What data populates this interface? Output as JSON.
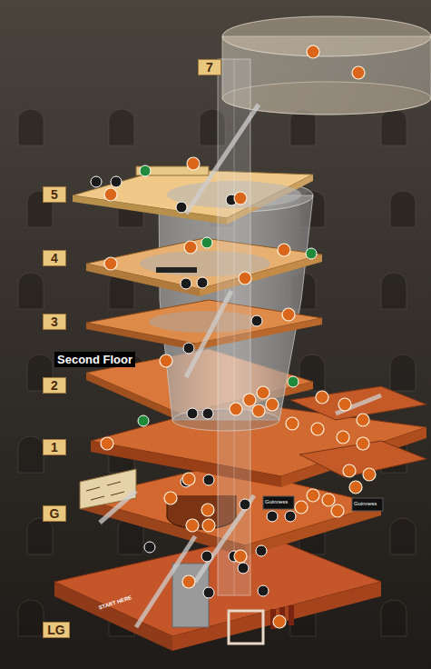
{
  "diagram": {
    "nodes": [
      {
        "text": [
          "7"
        ]
      },
      {
        "text": [
          "5"
        ]
      },
      {
        "text": [
          "4"
        ]
      },
      {
        "text": [
          "3"
        ]
      },
      {
        "text": [
          "2"
        ]
      },
      {
        "text": [
          "1"
        ]
      },
      {
        "text": [
          "G"
        ]
      },
      {
        "text": [
          "LG"
        ]
      }
    ],
    "labels": [
      "Second Floor",
      "START HERE",
      "Guinness",
      "Guinness"
    ]
  }
}
